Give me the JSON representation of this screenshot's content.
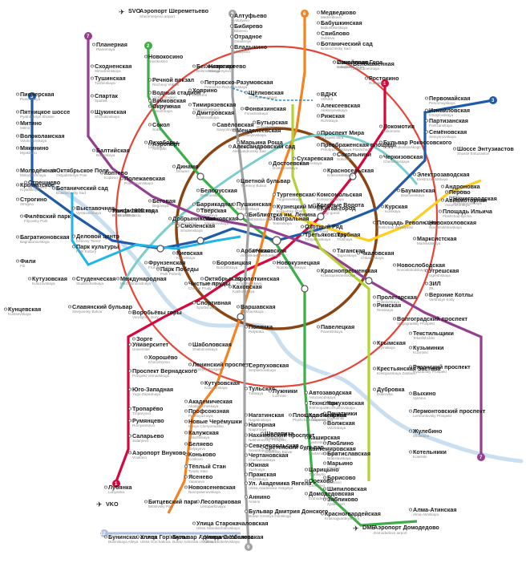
{
  "lines": [
    {
      "id": "1",
      "color": "#D6083B"
    },
    {
      "id": "2",
      "color": "#3DAE48"
    },
    {
      "id": "3",
      "color": "#1F5BA8"
    },
    {
      "id": "4",
      "color": "#22B5E8"
    },
    {
      "id": "5",
      "color": "#8B4513"
    },
    {
      "id": "6",
      "color": "#F58220"
    },
    {
      "id": "7",
      "color": "#943E90"
    },
    {
      "id": "8",
      "color": "#FFCD1C"
    },
    {
      "id": "9",
      "color": "#A1A2A3"
    },
    {
      "id": "10",
      "color": "#B3D235"
    },
    {
      "id": "11",
      "color": "#79CDCD"
    },
    {
      "id": "12",
      "color": "#ACBFE1"
    },
    {
      "id": "14",
      "color": "#E42313"
    },
    {
      "id": "mono",
      "color": "#2C87C8"
    }
  ],
  "airports": [
    {
      "code": "SVO",
      "name": "Аэропорт Шереметьево",
      "tr": "Sheremetyevo airport"
    },
    {
      "code": "VKO",
      "name": "Аэропорт Внуково",
      "tr": "Vnukovo airport"
    },
    {
      "code": "DME",
      "name": "Аэропорт Домодедово",
      "tr": "Domodedovo airport"
    }
  ],
  "stations": [
    {
      "name": "Алтуфьево",
      "tr": "Altufyevo"
    },
    {
      "name": "Бибирево",
      "tr": "Bibirevo"
    },
    {
      "name": "Отрадное",
      "tr": "Otradnoye"
    },
    {
      "name": "Владыкино",
      "tr": "Vladykino"
    },
    {
      "name": "Медведково",
      "tr": "Medvedkovo"
    },
    {
      "name": "Бабушкинская",
      "tr": "Babushkinskaya"
    },
    {
      "name": "Свиблово",
      "tr": "Sviblovo"
    },
    {
      "name": "Ботанический сад",
      "tr": "Botanichesky Sad"
    },
    {
      "name": "ВДНХ",
      "tr": "VDNKh"
    },
    {
      "name": "Алексеевская",
      "tr": "Alekseyevskaya"
    },
    {
      "name": "Рижская",
      "tr": "Rizhskaya"
    },
    {
      "name": "Проспект Мира",
      "tr": "Prospekt Mira"
    },
    {
      "name": "Сухаревская",
      "tr": "Sukharevskaya"
    },
    {
      "name": "Тургеневская",
      "tr": "Turgenevskaya"
    },
    {
      "name": "Китай-город",
      "tr": "Kitay-gorod"
    },
    {
      "name": "Третьяковская",
      "tr": "Tretyakovskaya"
    },
    {
      "name": "Октябрьская",
      "tr": "Oktyabrskaya"
    },
    {
      "name": "Шаболовская",
      "tr": "Shabolovskaya"
    },
    {
      "name": "Ленинский проспект",
      "tr": "Leninsky Prospekt"
    },
    {
      "name": "Академическая",
      "tr": "Akademicheskaya"
    },
    {
      "name": "Профсоюзная",
      "tr": "Profsoyuznaya"
    },
    {
      "name": "Новые Черёмушки",
      "tr": "Novye Cheryomushki"
    },
    {
      "name": "Калужская",
      "tr": "Kaluzhskaya"
    },
    {
      "name": "Беляево",
      "tr": "Belyayevo"
    },
    {
      "name": "Коньково",
      "tr": "Konkovo"
    },
    {
      "name": "Тёплый Стан",
      "tr": "Tyoply Stan"
    },
    {
      "name": "Ясенево",
      "tr": "Yasenevo"
    },
    {
      "name": "Новоясеневская",
      "tr": "Novoyasenevskaya"
    },
    {
      "name": "Битцевский парк",
      "tr": "Bittsevsky Park"
    },
    {
      "name": "Лесопарковая",
      "tr": "Lesoparkovaya"
    },
    {
      "name": "Улица Старокачаловская",
      "tr": "Ulitsa Starokachalovskaya"
    },
    {
      "name": "Бунинская аллея",
      "tr": "Buninskaya Alleya"
    },
    {
      "name": "Улица Горчакова",
      "tr": "Ulitsa Gorchakova"
    },
    {
      "name": "Бульвар Адмирала Ушакова",
      "tr": "Bulvar Admirala Ushakova"
    },
    {
      "name": "Улица Скобелевская",
      "tr": "Ulitsa Skobelevskaya"
    },
    {
      "name": "Бульвар Дмитрия Донского",
      "tr": "Bulvar Dmitriya Donskogo"
    },
    {
      "name": "Аннино",
      "tr": "Annino"
    },
    {
      "name": "Ул. Академика Янгеля",
      "tr": "Ulitsa Akademika Yangelya"
    },
    {
      "name": "Пражская",
      "tr": "Prazhskaya"
    },
    {
      "name": "Южная",
      "tr": "Yuzhnaya"
    },
    {
      "name": "Чертановская",
      "tr": "Chertanovskaya"
    },
    {
      "name": "Севастопольская",
      "tr": "Sevastopolskaya"
    },
    {
      "name": "Нахимовский проспект",
      "tr": "Nakhimovsky Prospekt"
    },
    {
      "name": "Нагорная",
      "tr": "Nagornaya"
    },
    {
      "name": "Нагатинская",
      "tr": "Nagatinskaya"
    },
    {
      "name": "Тульская",
      "tr": "Tulskaya"
    },
    {
      "name": "Серпуховская",
      "tr": "Serpukhovskaya"
    },
    {
      "name": "Полянка",
      "tr": "Polyanka"
    },
    {
      "name": "Боровицкая",
      "tr": "Borovitskaya"
    },
    {
      "name": "Чеховская",
      "tr": "Chekhovskaya"
    },
    {
      "name": "Цветной бульвар",
      "tr": "Tsvetnoy Bulvar"
    },
    {
      "name": "Менделеевская",
      "tr": "Mendeleyevskaya"
    },
    {
      "name": "Савёловская",
      "tr": "Savyolovskaya"
    },
    {
      "name": "Дмитровская",
      "tr": "Dmitrovskaya"
    },
    {
      "name": "Тимирязевская",
      "tr": "Timiryazevskaya"
    },
    {
      "name": "Петровско-Разумовская",
      "tr": "Petrovsko-Razumovskaya"
    },
    {
      "name": "Планерная",
      "tr": "Planernaya"
    },
    {
      "name": "Сходненская",
      "tr": "Skhodnenskaya"
    },
    {
      "name": "Тушинская",
      "tr": "Tushinskaya"
    },
    {
      "name": "Спартак",
      "tr": "Spartak"
    },
    {
      "name": "Щукинская",
      "tr": "Shchukinskaya"
    },
    {
      "name": "Октябрьское Поле",
      "tr": "Oktyabrskoye Pole"
    },
    {
      "name": "Полежаевская",
      "tr": "Polezhayevskaya"
    },
    {
      "name": "Беговая",
      "tr": "Begovaya"
    },
    {
      "name": "Улица 1905 года",
      "tr": "Ulitsa 1905 Goda"
    },
    {
      "name": "Баррикадная",
      "tr": "Barrikadnaya"
    },
    {
      "name": "Пушкинская",
      "tr": "Pushkinskaya"
    },
    {
      "name": "Кузнецкий Мост",
      "tr": "Kuznetsky Most"
    },
    {
      "name": "Таганская",
      "tr": "Taganskaya"
    },
    {
      "name": "Пролетарская",
      "tr": "Proletarskaya"
    },
    {
      "name": "Волгоградский проспект",
      "tr": "Volgogradsky Prospekt"
    },
    {
      "name": "Текстильщики",
      "tr": "Tekstilshchiki"
    },
    {
      "name": "Кузьминки",
      "tr": "Kuzminki"
    },
    {
      "name": "Рязанский проспект",
      "tr": "Ryazansky Prospekt"
    },
    {
      "name": "Выхино",
      "tr": "Vykhino"
    },
    {
      "name": "Лермонтовский проспект",
      "tr": "Lermontovsky Prospekt"
    },
    {
      "name": "Жулебино",
      "tr": "Zhulebino"
    },
    {
      "name": "Котельники",
      "tr": "Kotelniki"
    },
    {
      "name": "Речной вокзал",
      "tr": "Rechnoy Vokzal"
    },
    {
      "name": "Водный стадион",
      "tr": "Vodny Stadion"
    },
    {
      "name": "Войковская",
      "tr": "Voykovskaya"
    },
    {
      "name": "Сокол",
      "tr": "Sokol"
    },
    {
      "name": "Аэропорт",
      "tr": "Aeroport"
    },
    {
      "name": "Динамо",
      "tr": "Dinamo"
    },
    {
      "name": "Белорусская",
      "tr": "Belorusskaya"
    },
    {
      "name": "Маяковская",
      "tr": "Mayakovskaya"
    },
    {
      "name": "Тверская",
      "tr": "Tverskaya"
    },
    {
      "name": "Театральная",
      "tr": "Teatralnaya"
    },
    {
      "name": "Новокузнецкая",
      "tr": "Novokuznetskaya"
    },
    {
      "name": "Павелецкая",
      "tr": "Paveletskaya"
    },
    {
      "name": "Автозаводская",
      "tr": "Avtozavodskaya"
    },
    {
      "name": "Технопарк",
      "tr": "Tekhnopark"
    },
    {
      "name": "Коломенская",
      "tr": "Kolomenskaya"
    },
    {
      "name": "Каширская",
      "tr": "Kashirskaya"
    },
    {
      "name": "Кантемировская",
      "tr": "Kantemirovskaya"
    },
    {
      "name": "Царицыно",
      "tr": "Tsaritsyno"
    },
    {
      "name": "Орехово",
      "tr": "Orekhovo"
    },
    {
      "name": "Домодедовская",
      "tr": "Domodedovskaya"
    },
    {
      "name": "Красногвардейская",
      "tr": "Krasnogvardeyskaya"
    },
    {
      "name": "Алма-Атинская",
      "tr": "Alma-Atinskaya"
    },
    {
      "name": "Зябликово",
      "tr": "Zyablikovo"
    },
    {
      "name": "Шипиловская",
      "tr": "Shipilovskaya"
    },
    {
      "name": "Борисово",
      "tr": "Borisovo"
    },
    {
      "name": "Марьино",
      "tr": "Maryino"
    },
    {
      "name": "Братиславская",
      "tr": "Bratislavskaya"
    },
    {
      "name": "Люблино",
      "tr": "Lyublino"
    },
    {
      "name": "Волжская",
      "tr": "Volzhskaya"
    },
    {
      "name": "Печатники",
      "tr": "Pechatniki"
    },
    {
      "name": "Кожуховская",
      "tr": "Kozhukhovskaya"
    },
    {
      "name": "Дубровка",
      "tr": "Dubrovka"
    },
    {
      "name": "Крестьянская Застава",
      "tr": "Krestyanskaya Zastava"
    },
    {
      "name": "Римская",
      "tr": "Rimskaya"
    },
    {
      "name": "Чкаловская",
      "tr": "Chkalovskaya"
    },
    {
      "name": "Трубная",
      "tr": "Trubnaya"
    },
    {
      "name": "Достоевская",
      "tr": "Dostoyevskaya"
    },
    {
      "name": "Марьина Роща",
      "tr": "Maryina Roshcha"
    },
    {
      "name": "Бутырская",
      "tr": "Butyrskaya"
    },
    {
      "name": "Фонвизинская",
      "tr": "Fonvizinskaya"
    },
    {
      "name": "Щёлковская",
      "tr": "Shchyolkovskaya"
    },
    {
      "name": "Первомайская",
      "tr": "Pervomayskaya"
    },
    {
      "name": "Измайловская",
      "tr": "Izmaylovskaya"
    },
    {
      "name": "Партизанская",
      "tr": "Partizanskaya"
    },
    {
      "name": "Семёновская",
      "tr": "Semyonovskaya"
    },
    {
      "name": "Электрозаводская",
      "tr": "Elektrozavodskaya"
    },
    {
      "name": "Бауманская",
      "tr": "Baumanskaya"
    },
    {
      "name": "Курская",
      "tr": "Kurskaya"
    },
    {
      "name": "Площадь Революции",
      "tr": "Ploshchad Revolyutsii"
    },
    {
      "name": "Арбатская",
      "tr": "Arbatskaya"
    },
    {
      "name": "Смоленская",
      "tr": "Smolenskaya"
    },
    {
      "name": "Киевская",
      "tr": "Kiyevskaya"
    },
    {
      "name": "Парк Победы",
      "tr": "Park Pobedy"
    },
    {
      "name": "Славянский бульвар",
      "tr": "Slavyansky Bulvar"
    },
    {
      "name": "Кунцевская",
      "tr": "Kuntsevskaya"
    },
    {
      "name": "Молодёжная",
      "tr": "Molodyozhnaya"
    },
    {
      "name": "Крылатское",
      "tr": "Krylatskoye"
    },
    {
      "name": "Строгино",
      "tr": "Strogino"
    },
    {
      "name": "Мякинино",
      "tr": "Myakinino"
    },
    {
      "name": "Волоколамская",
      "tr": "Volokolamskaya"
    },
    {
      "name": "Митино",
      "tr": "Mitino"
    },
    {
      "name": "Пятницкое шоссе",
      "tr": "Pyatnitskoye Shosse"
    },
    {
      "name": "Пионерская",
      "tr": "Pionerskaya"
    },
    {
      "name": "Филёвский парк",
      "tr": "Filyovsky Park"
    },
    {
      "name": "Багратионовская",
      "tr": "Bagrationovskaya"
    },
    {
      "name": "Фили",
      "tr": "Fili"
    },
    {
      "name": "Кутузовская",
      "tr": "Kutuzovskaya"
    },
    {
      "name": "Студенческая",
      "tr": "Studencheskaya"
    },
    {
      "name": "Международная",
      "tr": "Mezhdunarodnaya"
    },
    {
      "name": "Выставочная",
      "tr": "Vystavochnaya"
    },
    {
      "name": "Деловой центр",
      "tr": "Delovoy Tsentr"
    },
    {
      "name": "Парк культуры",
      "tr": "Park Kultury"
    },
    {
      "name": "Фрунзенская",
      "tr": "Frunzenskaya"
    },
    {
      "name": "Спортивная",
      "tr": "Sportivnaya"
    },
    {
      "name": "Воробьёвы горы",
      "tr": "Vorobyovy Gory"
    },
    {
      "name": "Университет",
      "tr": "Universitet"
    },
    {
      "name": "Проспект Вернадского",
      "tr": "Prospekt Vernadskogo"
    },
    {
      "name": "Юго-Западная",
      "tr": "Yugo-Zapadnaya"
    },
    {
      "name": "Тропарёво",
      "tr": "Troparyovo"
    },
    {
      "name": "Румянцево",
      "tr": "Rumyantsevo"
    },
    {
      "name": "Саларьево",
      "tr": "Salaryevo"
    },
    {
      "name": "Аэропорт Внуково",
      "tr": "Vnukovo"
    },
    {
      "name": "Лубянка",
      "tr": "Lubyanka"
    },
    {
      "name": "Охотный Ряд",
      "tr": "Okhotny Ryad"
    },
    {
      "name": "Библиотека им. Ленина",
      "tr": "Biblioteka imeni Lenina"
    },
    {
      "name": "Кропоткинская",
      "tr": "Kropotkinskaya"
    },
    {
      "name": "Чистые пруды",
      "tr": "Chistye Prudy"
    },
    {
      "name": "Красные Ворота",
      "tr": "Krasnye Vorota"
    },
    {
      "name": "Комсомольская",
      "tr": "Komsomolskaya"
    },
    {
      "name": "Красносельская",
      "tr": "Krasnoselskaya"
    },
    {
      "name": "Сокольники",
      "tr": "Sokolniki"
    },
    {
      "name": "Преображенская площадь",
      "tr": "Preobrazhenskaya Ploshchad"
    },
    {
      "name": "Черкизовская",
      "tr": "Cherkizovskaya"
    },
    {
      "name": "Бульвар Рокоссовского",
      "tr": "Bulvar Rokossovskogo"
    },
    {
      "name": "Локомотив",
      "tr": "Lokomotiv"
    },
    {
      "name": "Ростокино",
      "tr": "Rostokino"
    },
    {
      "name": "Белокаменная",
      "tr": "Belokamennaya"
    },
    {
      "name": "Измайлово",
      "tr": "Izmaylovo"
    },
    {
      "name": "Соколиная Гора",
      "tr": "Sokolinaya Gora"
    },
    {
      "name": "Шоссе Энтузиастов",
      "tr": "Shosse Entuziastov"
    },
    {
      "name": "Андроновка",
      "tr": "Andronovka"
    },
    {
      "name": "Нижегородская",
      "tr": "Nizhegorodskaya"
    },
    {
      "name": "Новохохловская",
      "tr": "Novokhokhlovskaya"
    },
    {
      "name": "Угрешская",
      "tr": "Ugreshskaya"
    },
    {
      "name": "ЗИЛ",
      "tr": "ZIL"
    },
    {
      "name": "Верхние Котлы",
      "tr": "Verkhniye Kotly"
    },
    {
      "name": "Крымская",
      "tr": "Krymskaya"
    },
    {
      "name": "Площадь Гагарина",
      "tr": "Ploshchad Gagarina"
    },
    {
      "name": "Лужники",
      "tr": "Luzhniki"
    },
    {
      "name": "Кутузовская",
      "tr": "Kutuzovskaya"
    },
    {
      "name": "Хорошёво",
      "tr": "Khoroshyovo"
    },
    {
      "name": "Зорге",
      "tr": "Zorge"
    },
    {
      "name": "Панфиловская",
      "tr": "Panfilovskaya"
    },
    {
      "name": "Стрешнево",
      "tr": "Streshnevo"
    },
    {
      "name": "Балтийская",
      "tr": "Baltiyskaya"
    },
    {
      "name": "Коптево",
      "tr": "Koptevo"
    },
    {
      "name": "Лихоборы",
      "tr": "Likhobory"
    },
    {
      "name": "Окружная",
      "tr": "Okruzhnaya"
    },
    {
      "name": "Ховрино",
      "tr": "Khovrino"
    },
    {
      "name": "Беломорская",
      "tr": "Belomorskaya"
    },
    {
      "name": "Новокосино",
      "tr": "Novokosino"
    },
    {
      "name": "Новогиреево",
      "tr": "Novogireyevo"
    },
    {
      "name": "Перово",
      "tr": "Perovo"
    },
    {
      "name": "Авиамоторная",
      "tr": "Aviamotornaya"
    },
    {
      "name": "Площадь Ильича",
      "tr": "Ploshchad Ilyicha"
    },
    {
      "name": "Марксистская",
      "tr": "Marksistskaya"
    },
    {
      "name": "Новослободская",
      "tr": "Novoslobodskaya"
    },
    {
      "name": "Краснопресненская",
      "tr": "Krasnopresnenskaya"
    },
    {
      "name": "Александровский сад",
      "tr": "Aleksandrovsky Sad"
    },
    {
      "name": "Добрынинская",
      "tr": "Dobryninskaya"
    },
    {
      "name": "Каховская",
      "tr": "Kakhovskaya"
    },
    {
      "name": "Варшавская",
      "tr": "Varshavskaya"
    },
    {
      "name": "Шелепиха",
      "tr": "Shelepikha"
    },
    {
      "name": "Сретенский бульвар",
      "tr": "Sretensky Bulvar"
    },
    {
      "name": "Ботанический сад",
      "tr": "Botanichesky Sad"
    }
  ]
}
